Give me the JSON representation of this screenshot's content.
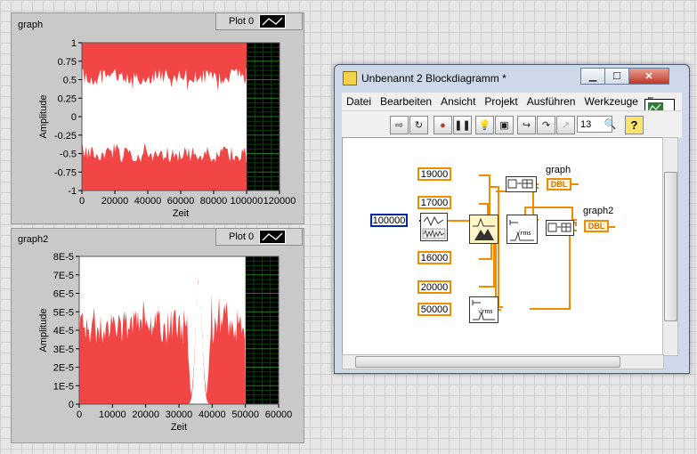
{
  "graph1": {
    "caption": "graph",
    "legend_label": "Plot 0",
    "ylabel": "Amplitude",
    "xlabel": "Zeit",
    "yticks": [
      "1",
      "0.75",
      "0.5",
      "0.25",
      "0",
      "-0.25",
      "-0.5",
      "-0.75",
      "-1"
    ],
    "xticks": [
      "0",
      "20000",
      "40000",
      "60000",
      "80000",
      "100000",
      "120000"
    ]
  },
  "graph2": {
    "caption": "graph2",
    "legend_label": "Plot 0",
    "ylabel": "Amplitude",
    "xlabel": "Zeit",
    "yticks": [
      "8E-5",
      "7E-5",
      "6E-5",
      "5E-5",
      "4E-5",
      "3E-5",
      "2E-5",
      "1E-5",
      "0"
    ],
    "xticks": [
      "0",
      "10000",
      "20000",
      "30000",
      "40000",
      "50000",
      "60000"
    ]
  },
  "chart_data": [
    {
      "type": "area",
      "title": "graph",
      "xlabel": "Zeit",
      "ylabel": "Amplitude",
      "xlim": [
        0,
        120000
      ],
      "ylim": [
        -1,
        1
      ],
      "series": [
        {
          "name": "Plot 0",
          "color": "#f24646",
          "x_range": [
            0,
            100000
          ],
          "upper_envelope": 0.65,
          "lower_envelope": -0.62,
          "peak_max": 1.0,
          "peak_min": -1.0
        }
      ],
      "grid": true
    },
    {
      "type": "area",
      "title": "graph2",
      "xlabel": "Zeit",
      "ylabel": "Amplitude",
      "xlim": [
        0,
        60000
      ],
      "ylim": [
        0,
        8e-05
      ],
      "series": [
        {
          "name": "Plot 0",
          "color": "#f24646",
          "x_range": [
            0,
            50000
          ],
          "noise_level": 4.5e-05,
          "peak_x": 36000,
          "peak_value": 7.2e-05
        }
      ],
      "grid": true
    }
  ],
  "block_diagram": {
    "window_title": "Unbenannt 2 Blockdiagramm *",
    "menu": [
      "Datei",
      "Bearbeiten",
      "Ansicht",
      "Projekt",
      "Ausführen",
      "Werkzeuge",
      "Fe"
    ],
    "toolbar_zoom": "13",
    "vi_icon_number": "2",
    "constants": {
      "c100000": "100000",
      "c19000": "19000",
      "c17000": "17000",
      "c16000": "16000",
      "c20000": "20000",
      "c50000": "50000"
    },
    "terminals": {
      "graph_label": "graph",
      "graph2_label": "graph2",
      "dbl": "DBL"
    },
    "colors": {
      "orange_wire": "#f08c00",
      "blue_wire": "#0029a8",
      "plot_red": "#f24646"
    }
  }
}
